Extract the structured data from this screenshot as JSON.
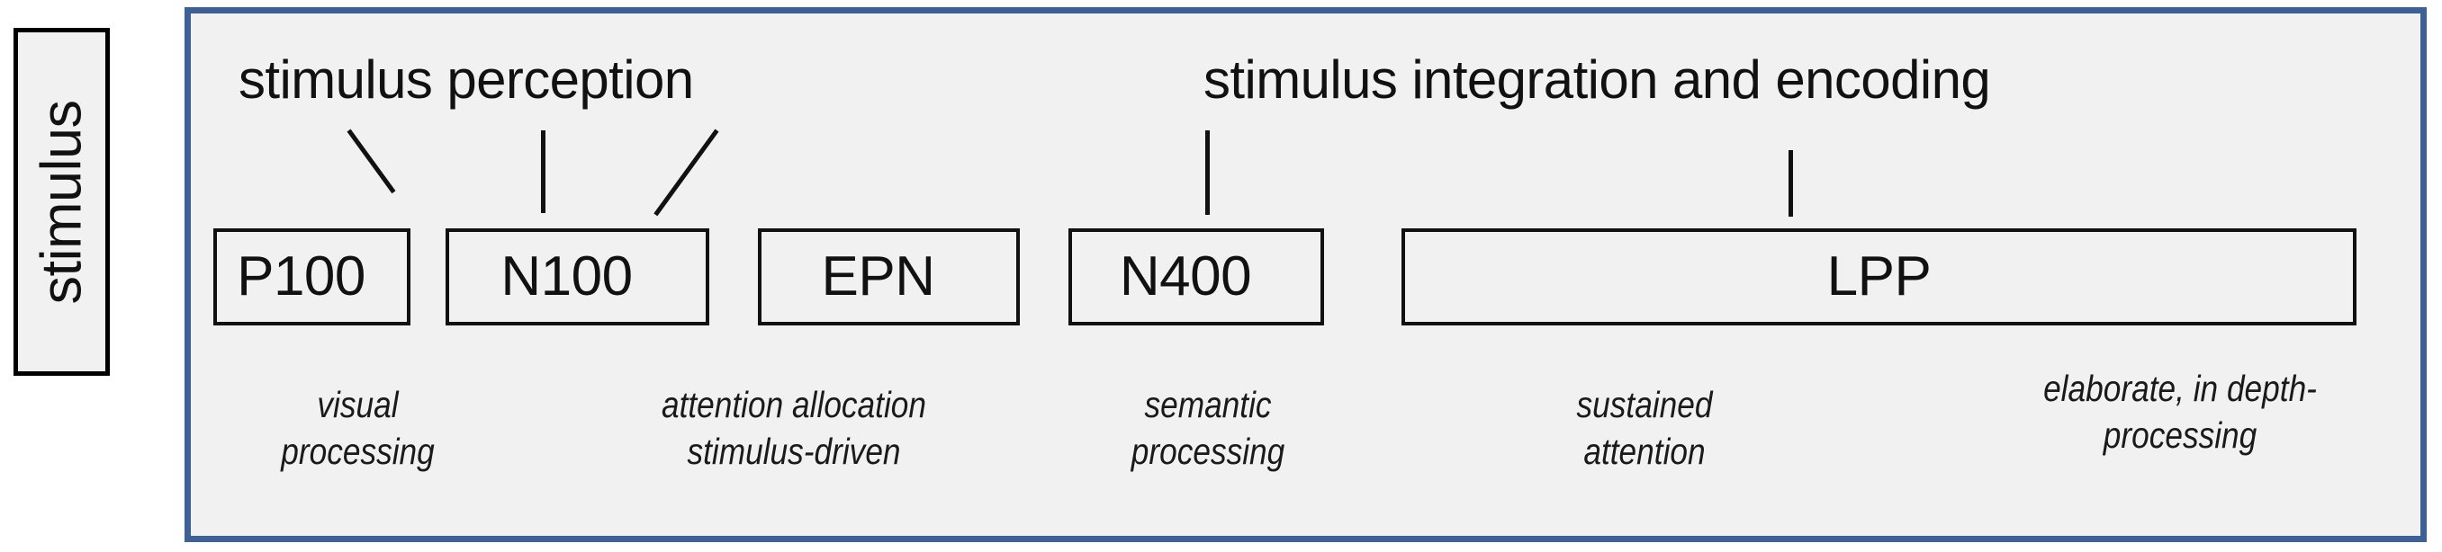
{
  "figure": {
    "type": "erp-component-timeline",
    "colors": {
      "panel_border": "#3d6196",
      "panel_fill": "#f1f1f1",
      "box_border": "#111111",
      "text": "#111111"
    }
  },
  "stimulus": {
    "label": "stimulus"
  },
  "phases": [
    {
      "id": "perception",
      "heading": "stimulus perception"
    },
    {
      "id": "integration",
      "heading": "stimulus integration and encoding"
    }
  ],
  "components": [
    {
      "id": "p100",
      "label": "P100",
      "caption": "visual\nprocessing",
      "connector": "diagonal-right"
    },
    {
      "id": "n100",
      "label": "N100",
      "caption": "attention allocation\nstimulus-driven",
      "connector": "vertical"
    },
    {
      "id": "epn",
      "label": "EPN",
      "caption": "semantic\nprocessing",
      "connector": "diagonal-left"
    },
    {
      "id": "n400",
      "label": "N400",
      "caption": "sustained\nattention",
      "connector": "vertical"
    },
    {
      "id": "lpp",
      "label": "LPP",
      "caption": "elaborate, in depth-\nprocessing",
      "connector": "vertical"
    }
  ],
  "captions": [
    "visual\nprocessing",
    "attention allocation\nstimulus-driven",
    "semantic\nprocessing",
    "sustained\nattention",
    "elaborate, in depth-\nprocessing"
  ],
  "box_labels": {
    "p100": "P100",
    "n100": "N100",
    "epn": "EPN",
    "n400": "N400",
    "lpp": "LPP"
  }
}
